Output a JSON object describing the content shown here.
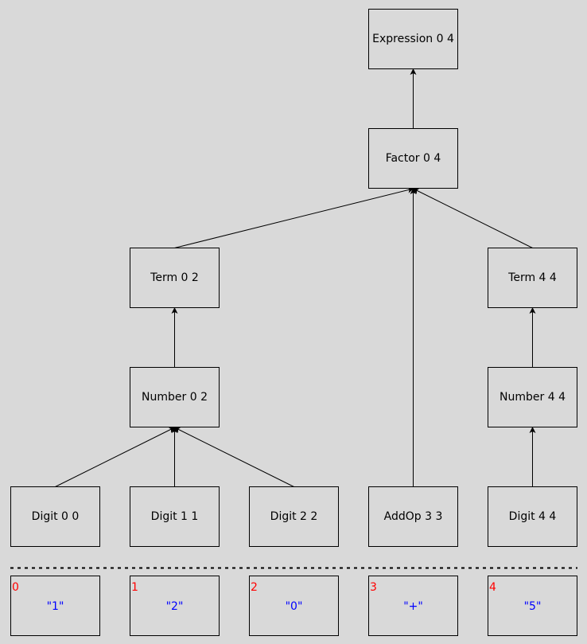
{
  "colors": {
    "background": "#d9d9d9",
    "line": "#000000",
    "token_index": "#ff0000",
    "token_text": "#0000ff"
  },
  "nodes": {
    "expression": "Expression 0 4",
    "factor": "Factor 0 4",
    "term_0": "Term 0 2",
    "term_4": "Term 4 4",
    "number_0": "Number 0 2",
    "number_4": "Number 4 4",
    "digit_0": "Digit 0 0",
    "digit_1": "Digit 1 1",
    "digit_2": "Digit 2 2",
    "addop_3": "AddOp 3 3",
    "digit_4": "Digit 4 4"
  },
  "edges": [
    [
      "factor",
      "expression"
    ],
    [
      "term_0",
      "factor"
    ],
    [
      "addop_3",
      "factor"
    ],
    [
      "term_4",
      "factor"
    ],
    [
      "number_0",
      "term_0"
    ],
    [
      "number_4",
      "term_4"
    ],
    [
      "digit_0",
      "number_0"
    ],
    [
      "digit_1",
      "number_0"
    ],
    [
      "digit_2",
      "number_0"
    ],
    [
      "digit_4",
      "number_4"
    ]
  ],
  "tokens": [
    {
      "index": "0",
      "text": "\"1\""
    },
    {
      "index": "1",
      "text": "\"2\""
    },
    {
      "index": "2",
      "text": "\"0\""
    },
    {
      "index": "3",
      "text": "\"+\""
    },
    {
      "index": "4",
      "text": "\"5\""
    }
  ]
}
